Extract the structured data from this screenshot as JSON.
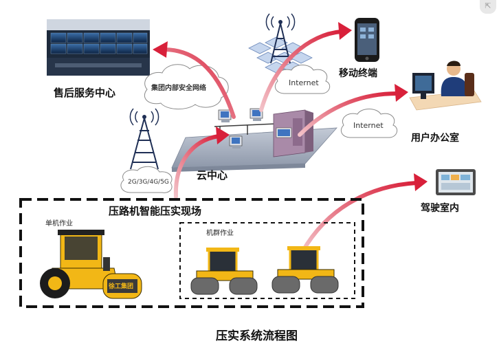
{
  "nodes": {
    "service_center": "售后服务中心",
    "mobile_terminal": "移动终端",
    "user_office": "用户办公室",
    "cloud_center": "云中心",
    "cab": "驾驶室内",
    "site": "压路机智能压实现场",
    "single_operation": "单机作业",
    "group_operation": "机群作业"
  },
  "network_labels": {
    "internal_network": "集团内部安全网络",
    "internet_top": "Internet",
    "internet_right": "Internet",
    "cellular": "2G/3G/4G/5G"
  },
  "roller_brand": "徐工集团",
  "caption": "压实系统流程图",
  "colors": {
    "arrow": "#d8203a",
    "machine_yellow": "#f2b716",
    "platform": "#a9b3c2"
  }
}
